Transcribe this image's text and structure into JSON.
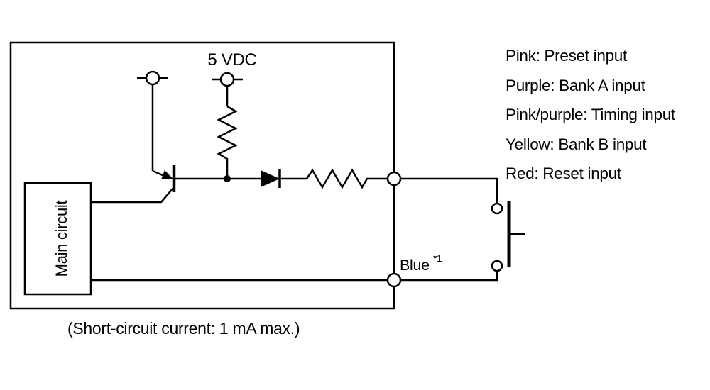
{
  "diagram": {
    "supply_label": "5 VDC",
    "main_circuit_label": "Main circuit",
    "blue_label": "Blue",
    "blue_note": "*1",
    "caption": "(Short-circuit current: 1 mA max.)"
  },
  "wire_labels": [
    "Pink: Preset input",
    "Purple: Bank A input",
    "Pink/purple: Timing input",
    "Yellow: Bank B input",
    "Red: Reset input"
  ],
  "colors": {
    "line": "#000000",
    "background": "#ffffff"
  }
}
